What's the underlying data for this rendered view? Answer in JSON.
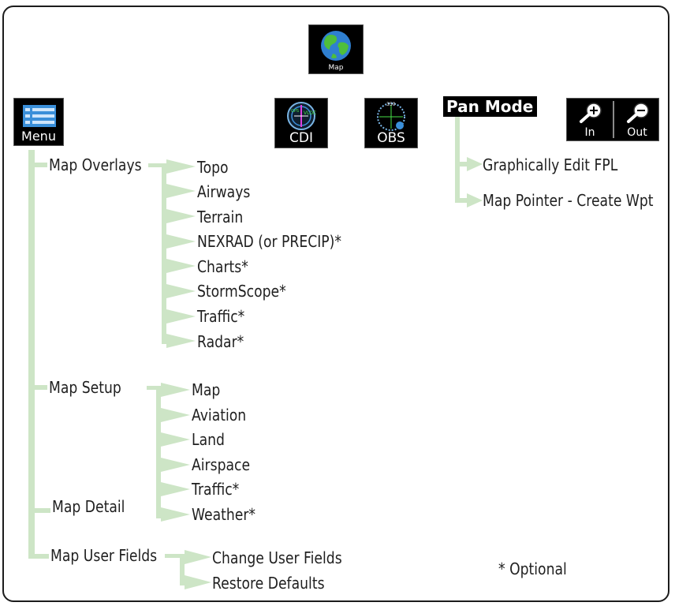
{
  "top_button": {
    "label": "Map",
    "icon": "globe-icon"
  },
  "toolbar": {
    "menu_label": "Menu",
    "cdi_label": "CDI",
    "obs_label": "OBS",
    "pan_mode": "Pan Mode",
    "zoom_in_label": "In",
    "zoom_out_label": "Out"
  },
  "menu": {
    "map_overlays": {
      "label": "Map Overlays",
      "items": [
        "Topo",
        "Airways",
        "Terrain",
        "NEXRAD (or PRECIP)*",
        "Charts*",
        "StormScope*",
        "Traffic*",
        "Radar*"
      ]
    },
    "map_setup": {
      "label": "Map Setup",
      "items": [
        "Map",
        "Aviation",
        "Land",
        "Airspace",
        "Traffic*",
        "Weather*"
      ]
    },
    "map_detail": {
      "label": "Map Detail"
    },
    "map_user_fields": {
      "label": "Map User Fields",
      "items": [
        "Change User Fields",
        "Restore Defaults"
      ]
    }
  },
  "pan_mode_items": [
    "Graphically Edit FPL",
    "Map Pointer - Create Wpt"
  ],
  "footnote": "* Optional",
  "colors": {
    "connector": "#cde5c6",
    "button_bg": "#000000",
    "icon_blue": "#3a8fd9"
  }
}
